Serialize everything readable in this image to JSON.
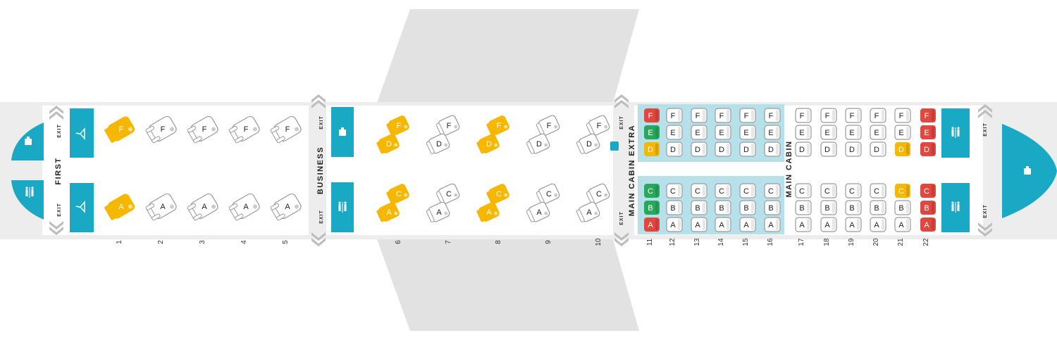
{
  "colors": {
    "fuselage": "#ededed",
    "wing": "#e2e2e2",
    "cabin_floor": "#ffffff",
    "teal": "#1aa9c4",
    "extra_zone": "#b7e1ea",
    "seat_available": "#ffffff",
    "seat_outline": "#9a9a9a",
    "seat_premium": "#f5b700",
    "seat_red": "#e0473f",
    "seat_green": "#28a85a",
    "exit_chevron": "#bdbdbd",
    "text": "#222222"
  },
  "sections": {
    "first": "FIRST",
    "business": "BUSINESS",
    "main_cabin_extra": "MAIN CABIN EXTRA",
    "main_cabin": "MAIN CABIN"
  },
  "exit_label": "EXIT",
  "icons": {
    "galley": "galley-icon",
    "lavatory": "lavatory-icon",
    "closet": "closet-hanger-icon",
    "exit": "exit-chevron-icon"
  },
  "first_class": {
    "rows": [
      "1",
      "2",
      "3",
      "4",
      "5"
    ],
    "top_seat": "F",
    "bottom_seat": "A",
    "premium_rows": [
      "1"
    ]
  },
  "business": {
    "rows": [
      "6",
      "7",
      "8",
      "9",
      "10"
    ],
    "top_pair": [
      "D",
      "F"
    ],
    "bottom_pair": [
      "A",
      "C"
    ],
    "premium_rows": [
      "6",
      "8"
    ]
  },
  "economy": {
    "rows": [
      "11",
      "12",
      "13",
      "14",
      "15",
      "16",
      "17",
      "18",
      "19",
      "20",
      "21",
      "22"
    ],
    "top_letters": [
      "F",
      "E",
      "D"
    ],
    "bottom_letters": [
      "C",
      "B",
      "A"
    ],
    "extra_rows": [
      "11",
      "12",
      "13",
      "14",
      "15",
      "16"
    ],
    "status": {
      "11F": "red",
      "11E": "green",
      "11D": "premium",
      "11C": "green",
      "11B": "green",
      "11A": "red",
      "21D": "premium",
      "21C": "premium",
      "22F": "red",
      "22E": "red",
      "22D": "red",
      "22C": "red",
      "22B": "red",
      "22A": "red"
    }
  }
}
